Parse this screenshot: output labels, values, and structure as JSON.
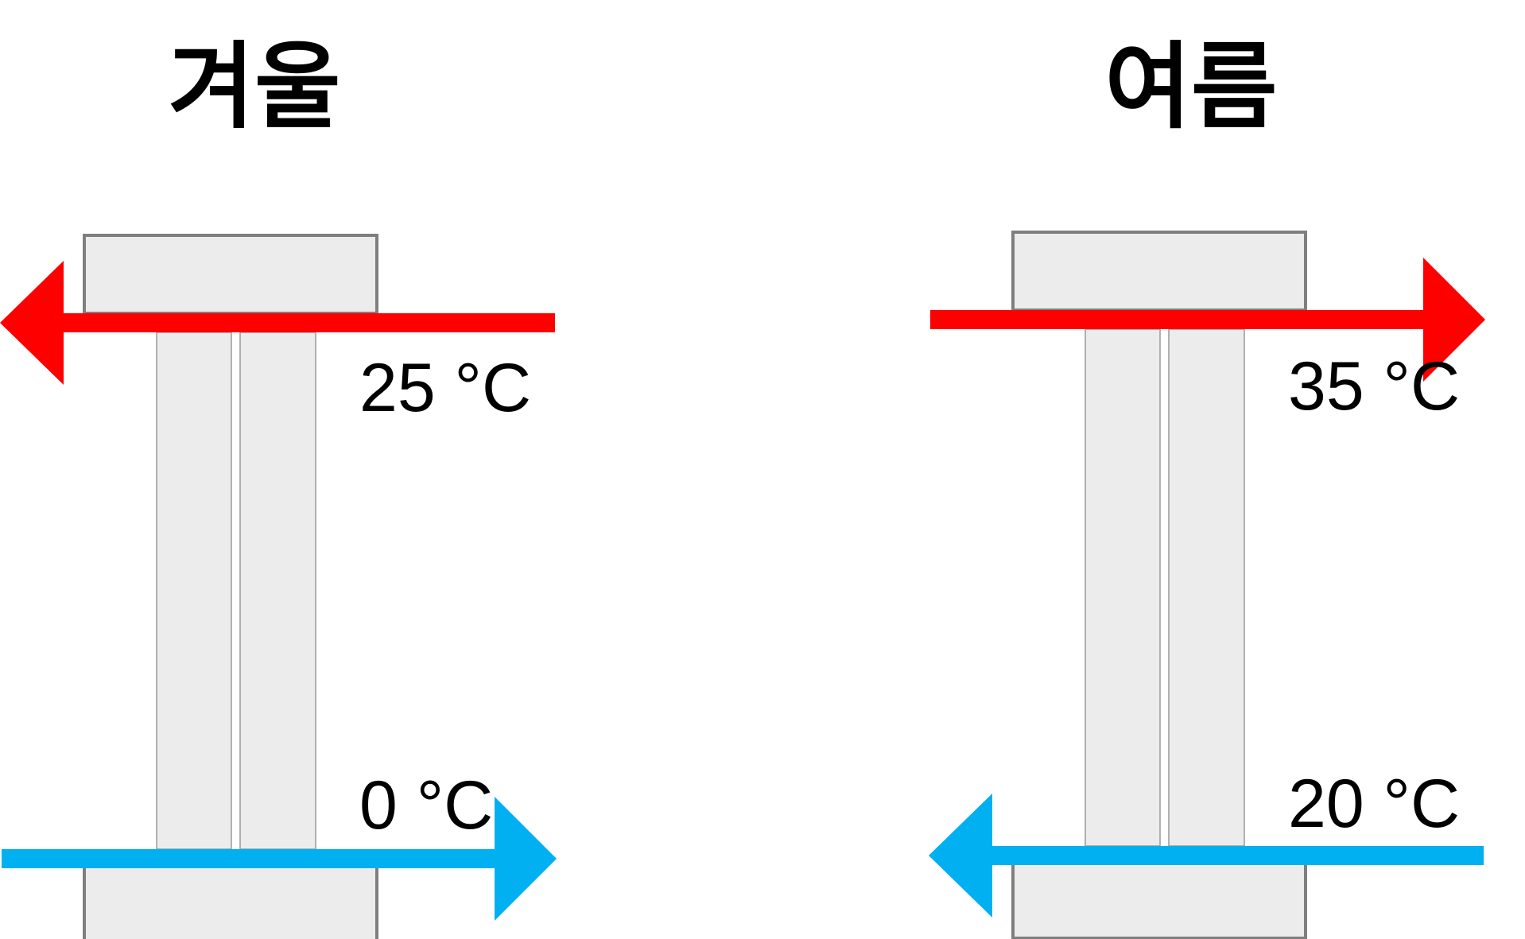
{
  "colors": {
    "hot": "#ff0000",
    "cold": "#00b0f0",
    "device_fill": "#ececec",
    "device_stroke": "#7f7f7f"
  },
  "winter": {
    "title": "겨울",
    "top_flow": {
      "temperature": "25 °C",
      "direction": "left"
    },
    "bottom_flow": {
      "temperature": "0 °C",
      "direction": "right"
    }
  },
  "summer": {
    "title": "여름",
    "top_flow": {
      "temperature": "35 °C",
      "direction": "right"
    },
    "bottom_flow": {
      "temperature": "20 °C",
      "direction": "left"
    }
  }
}
